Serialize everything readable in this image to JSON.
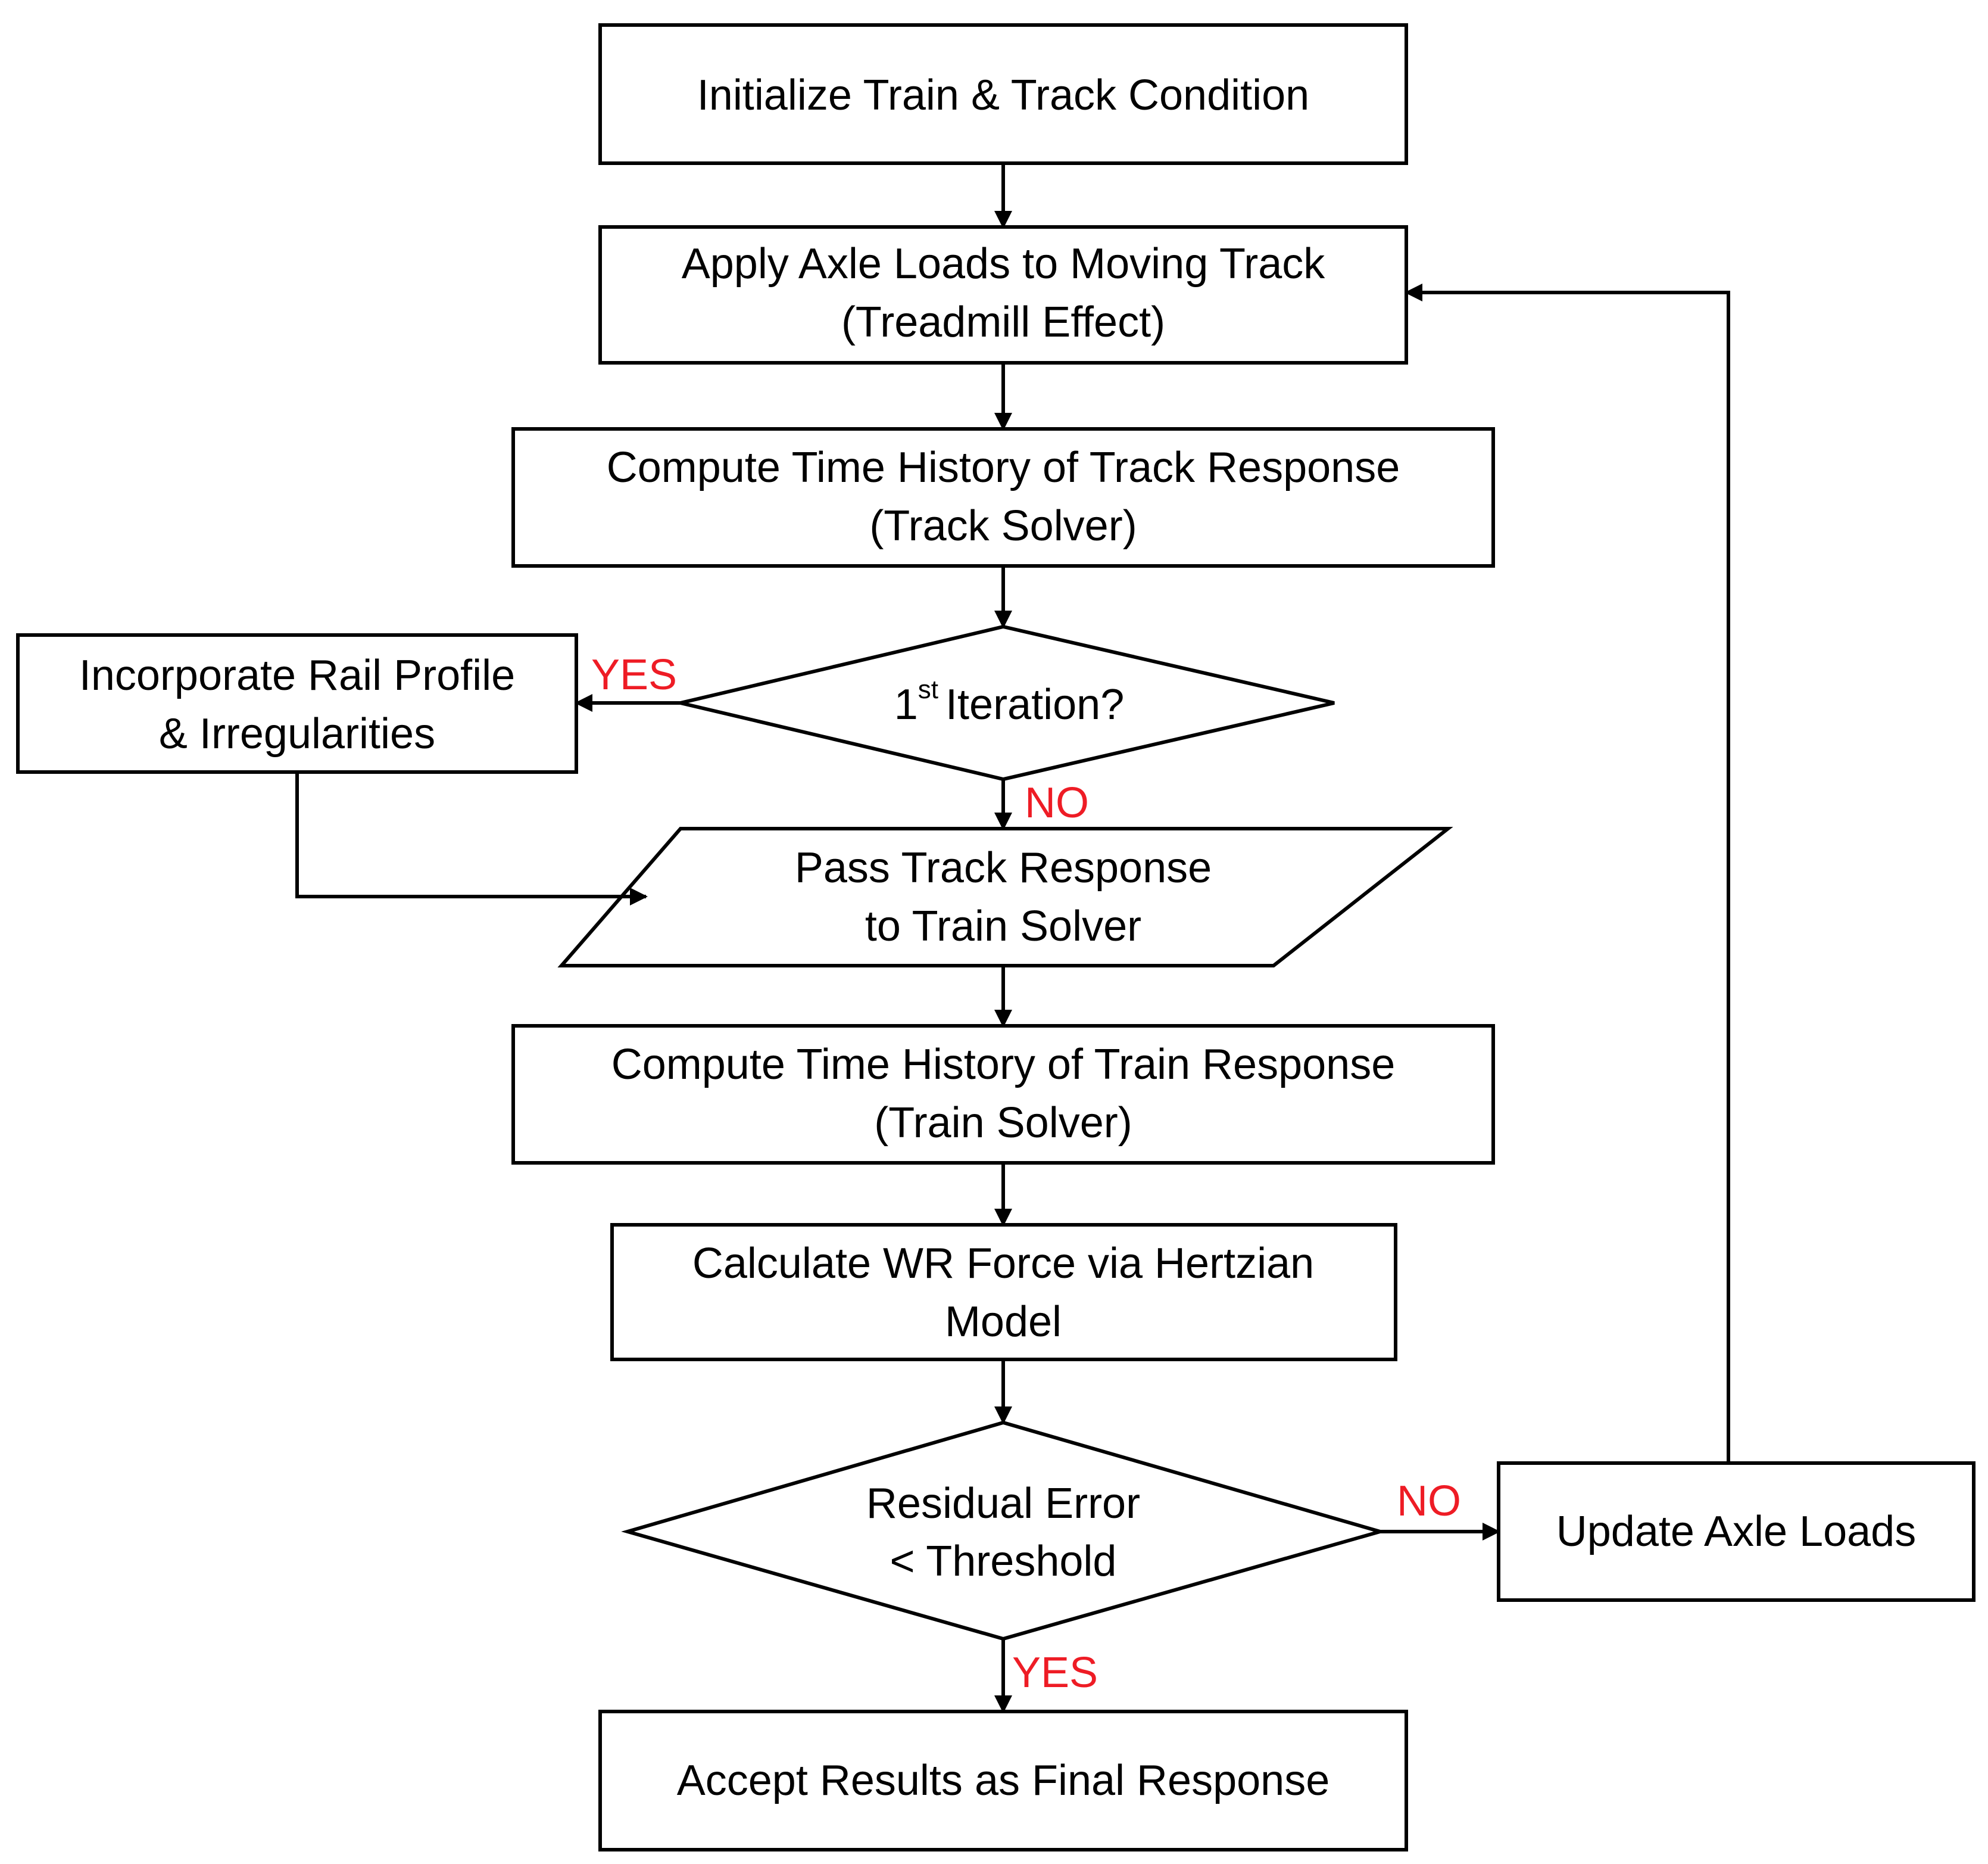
{
  "colors": {
    "line": "#000000",
    "box_fill": "#ffffff",
    "branch_label": "#ee1c25"
  },
  "nodes": {
    "initialize": {
      "lines": [
        "Initialize Train & Track Condition"
      ]
    },
    "apply_axle_loads": {
      "lines": [
        "Apply Axle Loads to Moving Track",
        "(Treadmill Effect)"
      ]
    },
    "track_response": {
      "lines": [
        "Compute Time History of Track Response",
        "(Track Solver)"
      ]
    },
    "first_iteration": {
      "text": "Iteration?",
      "prefix": "1",
      "superscript": "st"
    },
    "incorporate_rail": {
      "lines": [
        "Incorporate Rail Profile",
        "& Irregularities"
      ]
    },
    "pass_track_response": {
      "lines": [
        "Pass Track Response",
        "to Train Solver"
      ]
    },
    "train_response": {
      "lines": [
        "Compute Time History of Train Response",
        "(Train Solver)"
      ]
    },
    "wr_force": {
      "lines": [
        "Calculate WR Force via Hertzian",
        "Model"
      ]
    },
    "residual_error": {
      "lines": [
        "Residual Error",
        "< Threshold"
      ]
    },
    "update_axle_loads": {
      "lines": [
        "Update Axle Loads"
      ]
    },
    "accept_results": {
      "lines": [
        "Accept Results as Final Response"
      ]
    }
  },
  "branch_labels": {
    "first_iteration_yes": "YES",
    "first_iteration_no": "NO",
    "residual_no": "NO",
    "residual_yes": "YES"
  }
}
